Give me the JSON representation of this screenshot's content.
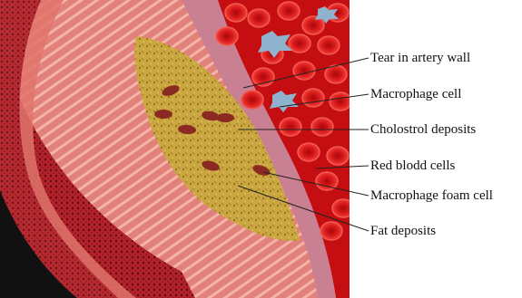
{
  "labels": [
    {
      "key": "tear",
      "text": "Tear in artery wall"
    },
    {
      "key": "macrophage",
      "text": "Macrophage cell"
    },
    {
      "key": "cholesterol",
      "text": "Cholostrol deposits"
    },
    {
      "key": "rbc",
      "text": "Red blodd cells"
    },
    {
      "key": "foam",
      "text": "Macrophage foam cell"
    },
    {
      "key": "fat",
      "text": "Fat deposits"
    }
  ],
  "colors": {
    "artery_wall": "#e07a72",
    "wall_stripe": "#f2aaa0",
    "outer_wall": "#b8352c",
    "plaque": "#c9a23a",
    "plaque_speckle": "#7a5a10",
    "foam_cell": "#8a2a22",
    "lumen_blood": "#c80f14",
    "red_cell": "#e8231f",
    "macrophage": "#8fb2cf",
    "intima": "#c47a8a",
    "line": "#222222"
  }
}
